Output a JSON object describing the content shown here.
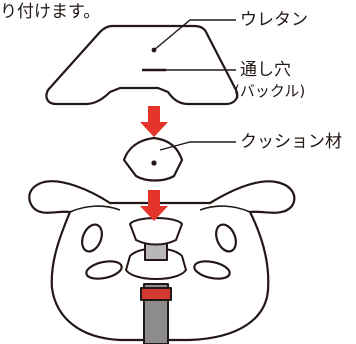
{
  "intro_text": "り付けます。",
  "labels": {
    "urethane": "ウレタン",
    "through_hole": "通し穴",
    "through_hole_sub": "(バックル)",
    "cushion_material": "クッション材"
  },
  "colors": {
    "outline": "#231815",
    "arrow": "#e5352b",
    "strap": "#8c8c8c",
    "buckle": "#b8b8b8"
  }
}
